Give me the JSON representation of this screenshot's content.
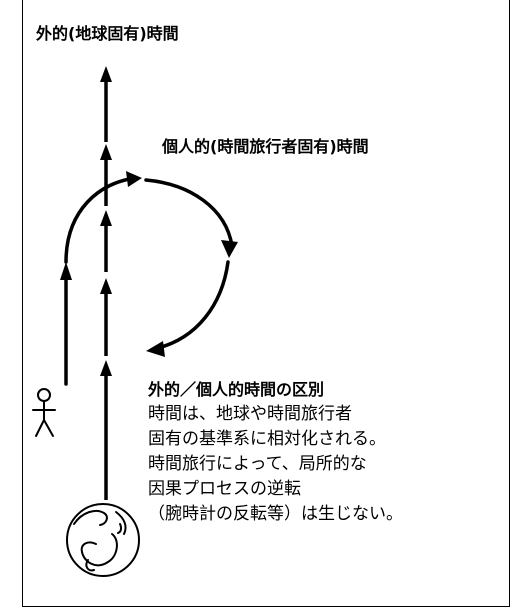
{
  "labels": {
    "outer_time": "外的(地球固有)時間",
    "personal_time": "個人的(時間旅行者固有)時間"
  },
  "note": {
    "heading": "外的／個人的時間の区別",
    "lines": [
      "時間は、地球や時間旅行者",
      "固有の基準系に相対化される。",
      "時間旅行によって、局所的な",
      "因果プロセスの逆転",
      "（腕時計の反転等）は生じない。"
    ]
  },
  "colors": {
    "ink": "#000000",
    "background": "#ffffff"
  }
}
